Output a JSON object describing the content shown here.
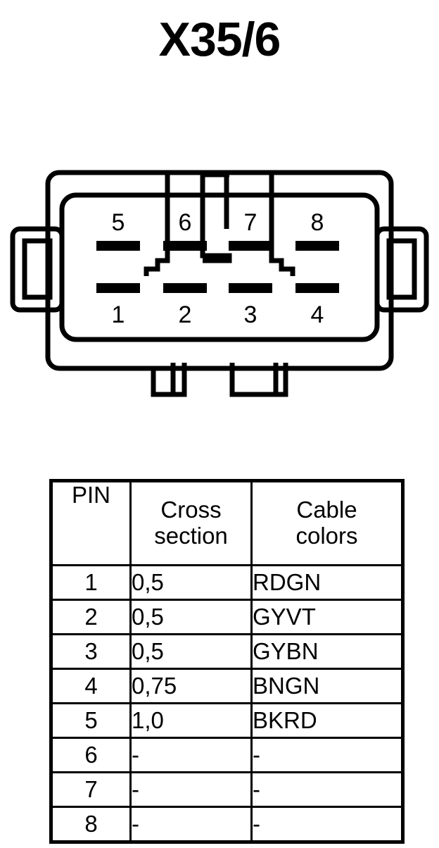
{
  "title": "X35/6",
  "connector": {
    "name": "8-pin-connector-pinout",
    "top_row_labels": [
      "5",
      "6",
      "7",
      "8"
    ],
    "bottom_row_labels": [
      "1",
      "2",
      "3",
      "4"
    ],
    "pin_count": 8,
    "line_color": "#000000",
    "background_color": "#ffffff"
  },
  "table": {
    "headers": [
      "PIN",
      "Cross section",
      "Cable colors"
    ],
    "header_pin": "PIN",
    "header_cross_line1": "Cross",
    "header_cross_line2": "section",
    "header_colors_line1": "Cable",
    "header_colors_line2": "colors",
    "rows": [
      {
        "pin": "1",
        "cross_section": "0,5",
        "cable_colors": "RDGN"
      },
      {
        "pin": "2",
        "cross_section": "0,5",
        "cable_colors": "GYVT"
      },
      {
        "pin": "3",
        "cross_section": "0,5",
        "cable_colors": "GYBN"
      },
      {
        "pin": "4",
        "cross_section": "0,75",
        "cable_colors": "BNGN"
      },
      {
        "pin": "5",
        "cross_section": "1,0",
        "cable_colors": "BKRD"
      },
      {
        "pin": "6",
        "cross_section": "-",
        "cable_colors": "-"
      },
      {
        "pin": "7",
        "cross_section": "-",
        "cable_colors": "-"
      },
      {
        "pin": "8",
        "cross_section": "-",
        "cable_colors": "-"
      }
    ]
  }
}
